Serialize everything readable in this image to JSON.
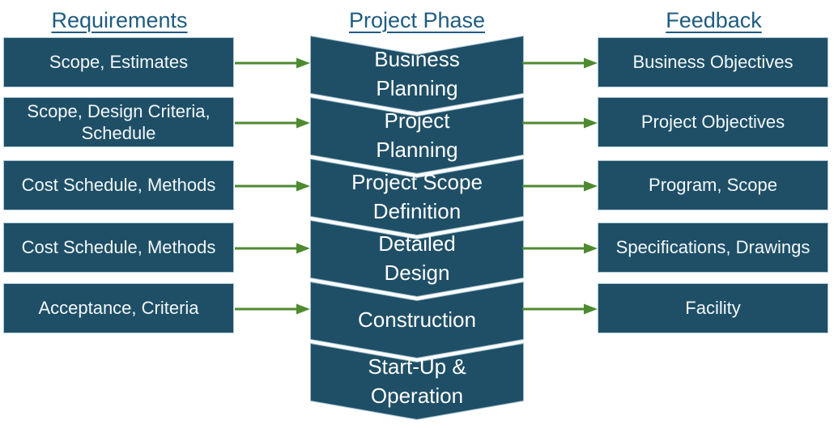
{
  "diagram": {
    "title_implied": "Requirements / Project Phase / Feedback flow",
    "colors": {
      "box_fill": "#1F4F66",
      "box_border": "#AECBD6",
      "header_text": "#1F5C80",
      "arrow_green": "#4E8A30",
      "label_text": "#FFFFFF"
    },
    "columns": {
      "requirements": {
        "header": "Requirements",
        "items": [
          "Scope, Estimates",
          "Scope, Design Criteria,\nSchedule",
          "Cost Schedule, Methods",
          "Cost Schedule, Methods",
          "Acceptance, Criteria"
        ]
      },
      "phases": {
        "header": "Project Phase",
        "items": [
          "Business\nPlanning",
          "Project\nPlanning",
          "Project Scope\nDefinition",
          "Detailed\nDesign",
          "Construction",
          "Start-Up &\nOperation"
        ]
      },
      "feedback": {
        "header": "Feedback",
        "items": [
          "Business Objectives",
          "Project Objectives",
          "Program, Scope",
          "Specifications, Drawings",
          "Facility"
        ]
      }
    }
  }
}
